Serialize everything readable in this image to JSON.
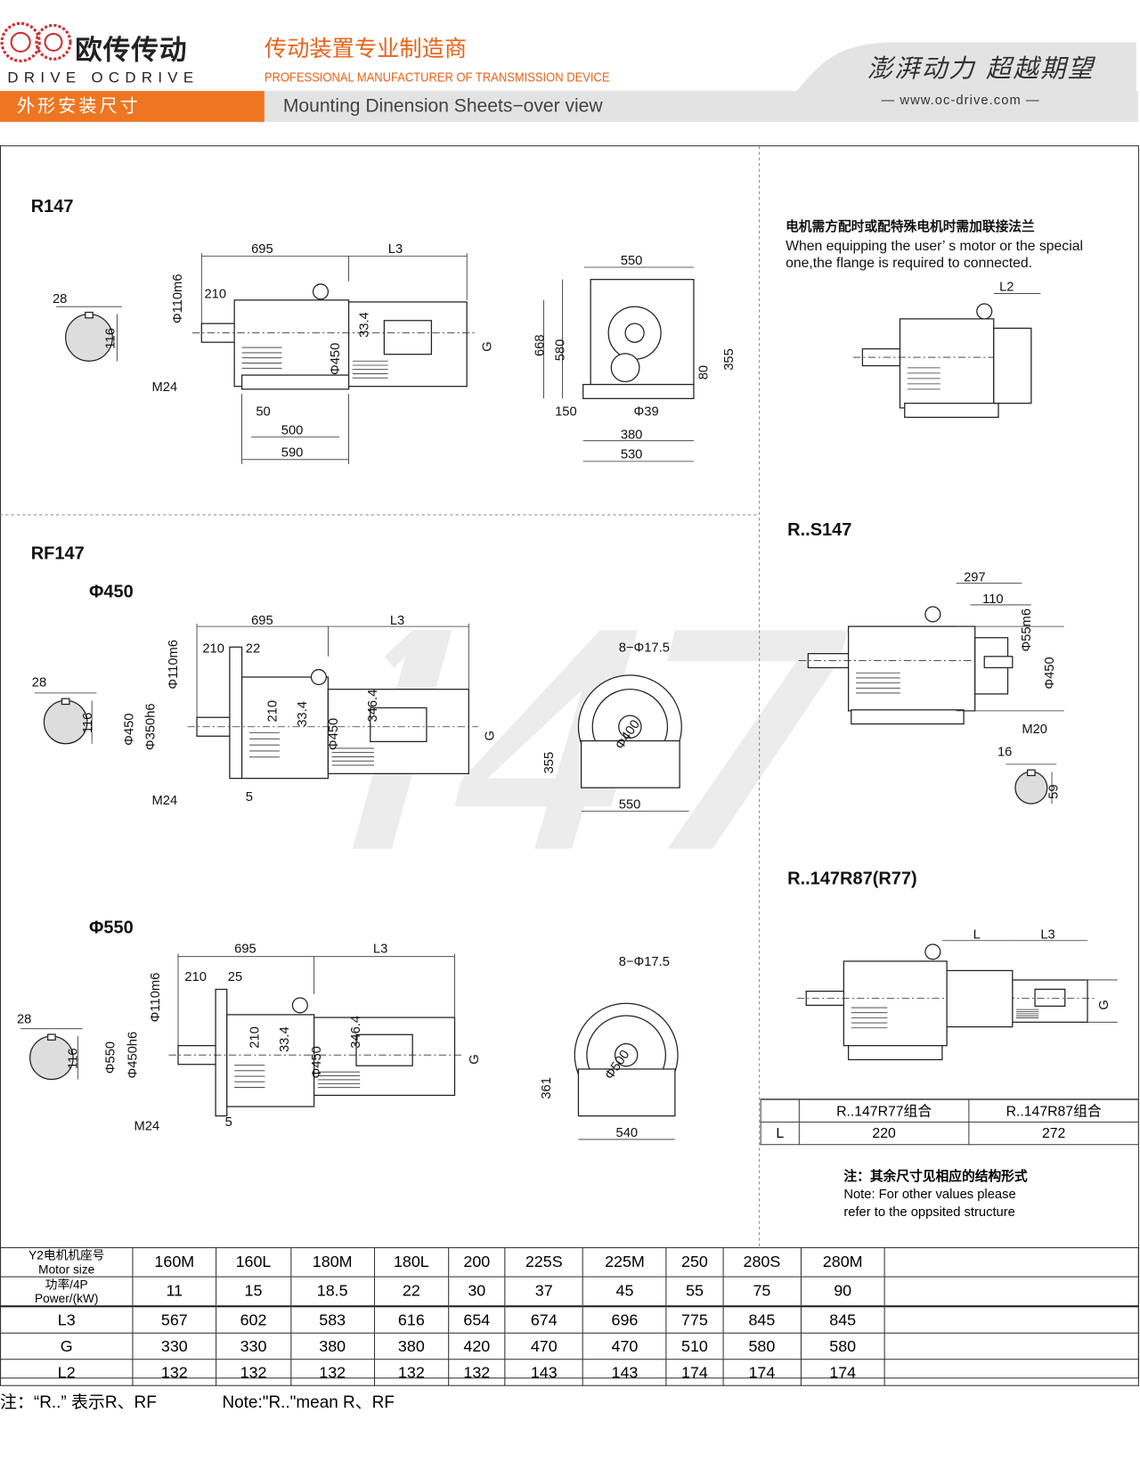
{
  "header": {
    "logo_text": "欧传",
    "brand_cn": "欧传传动",
    "brand_en": "DRIVE OCDRIVE",
    "slogan_cn": "传动装置专业制造商",
    "slogan_en": "PROFESSIONAL MANUFACTURER OF TRANSMISSION DEVICE",
    "section_cn": "外形安装尺寸",
    "section_en": "Mounting Dinension Sheets−over view",
    "motto": "澎湃动力 超越期望",
    "website": "www.oc-drive.com",
    "brand_color": "#ee7622"
  },
  "watermark": "147",
  "r147": {
    "title": "R147",
    "dims": [
      "28",
      "116",
      "695",
      "L3",
      "210",
      "Φ110m6",
      "Φ450",
      "33.4",
      "G",
      "M24",
      "50",
      "500",
      "590",
      "550",
      "668",
      "580",
      "80",
      "355",
      "150",
      "Φ39",
      "380",
      "530"
    ]
  },
  "rf147": {
    "title": "RF147",
    "v450": {
      "title": "Φ450",
      "dims": [
        "695",
        "L3",
        "210",
        "22",
        "28",
        "116",
        "Φ450",
        "Φ350h6",
        "Φ110m6",
        "210",
        "33.4",
        "346.4",
        "Φ450",
        "G",
        "M24",
        "5",
        "8−Φ17.5",
        "Φ400",
        "355",
        "550"
      ]
    },
    "v550": {
      "title": "Φ550",
      "dims": [
        "695",
        "L3",
        "210",
        "25",
        "28",
        "116",
        "Φ550",
        "Φ450h6",
        "Φ110m6",
        "210",
        "33.4",
        "346.4",
        "Φ450",
        "G",
        "M24",
        "5",
        "8−Φ17.5",
        "Φ500",
        "361",
        "540"
      ]
    }
  },
  "flange_note": {
    "cn": "电机需方配时或配特殊电机时需加联接法兰",
    "en1": "When equipping the user’ s motor or the special",
    "en2": "one,the flange is required to connected.",
    "dim": "L2"
  },
  "rs147": {
    "title": "R..S147",
    "dims": [
      "297",
      "110",
      "Φ55m6",
      "Φ450",
      "M20",
      "16",
      "59"
    ]
  },
  "r147r87": {
    "title": "R..147R87(R77)",
    "dims": [
      "L",
      "L3",
      "G"
    ],
    "table": {
      "headers": [
        "R..147R77组合",
        "R..147R87组合"
      ],
      "row_label": "L",
      "values": [
        "220",
        "272"
      ]
    }
  },
  "other_note": {
    "cn": "注：其余尺寸见相应的结构形式",
    "en1": "Note: For other values please",
    "en2": "refer to the oppsited structure"
  },
  "spec_table": {
    "motor_label_cn": "Y2电机机座号",
    "motor_label_en": "Motor size",
    "power_label_cn": "功率/4P",
    "power_label_en": "Power/(kW)",
    "motor_sizes": [
      "160M",
      "160L",
      "180M",
      "180L",
      "200",
      "225S",
      "225M",
      "250",
      "280S",
      "280M"
    ],
    "power": [
      "11",
      "15",
      "18.5",
      "22",
      "30",
      "37",
      "45",
      "55",
      "75",
      "90"
    ],
    "rows": [
      {
        "label": "L3",
        "values": [
          "567",
          "602",
          "583",
          "616",
          "654",
          "674",
          "696",
          "775",
          "845",
          "845"
        ]
      },
      {
        "label": "G",
        "values": [
          "330",
          "330",
          "380",
          "380",
          "420",
          "470",
          "470",
          "510",
          "580",
          "580"
        ]
      },
      {
        "label": "L2",
        "values": [
          "132",
          "132",
          "132",
          "132",
          "132",
          "143",
          "143",
          "174",
          "174",
          "174"
        ]
      }
    ]
  },
  "footnote": {
    "cn": "注：“R..” 表示R、RF",
    "en": "Note:\"R..\"mean R、RF"
  }
}
